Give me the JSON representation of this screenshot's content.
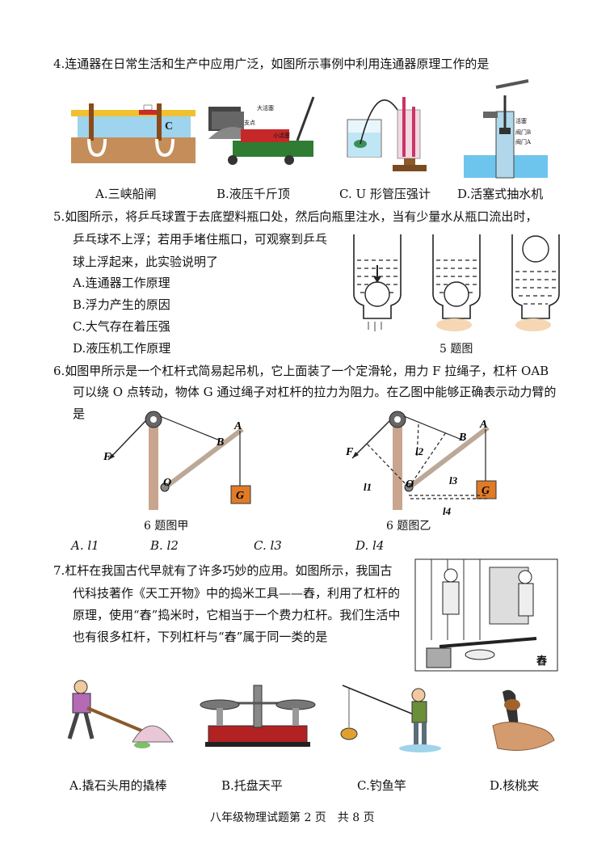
{
  "q4": {
    "stem": "4.连通器在日常生活和生产中应用广泛，如图所示事例中利用连通器原理工作的是",
    "options": [
      {
        "label": "A.三峡船闸"
      },
      {
        "label": "B.液压千斤顶"
      },
      {
        "label": "C. U 形管压强计"
      },
      {
        "label": "D.活塞式抽水机"
      }
    ],
    "fig_b_labels": {
      "large": "大活塞",
      "fulcrum": "支点",
      "small": "小活塞"
    },
    "fig_d_labels": {
      "piston": "活塞",
      "valveB": "阀门B",
      "valveA": "阀门A"
    },
    "fig_a_letter": "C"
  },
  "q5": {
    "stem1": "5.如图所示，将乒乓球置于去底塑料瓶口处，然后向瓶里注水，当有少量水从瓶口流出时，",
    "stem2": "乒乓球不上浮；若用手堵住瓶口，可观察到乒乓",
    "stem3": "球上浮起来，此实验说明了",
    "options": [
      "A.连通器工作原理",
      "B.浮力产生的原因",
      "C.大气存在着压强",
      "D.液压机工作原理"
    ],
    "caption": "5 题图"
  },
  "q6": {
    "stem1": "6.如图甲所示是一个杠杆式简易起吊机，它上面装了一个定滑轮，用力 F 拉绳子，杠杆 OAB",
    "stem2": "可以绕 O 点转动，物体 G 通过绳子对杠杆的拉力为阻力。在乙图中能够正确表示动力臂的",
    "stem3": "是",
    "fig_letters": {
      "F": "F",
      "O": "O",
      "A": "A",
      "B": "B",
      "G": "G",
      "l1": "l1",
      "l2": "l2",
      "l3": "l3",
      "l4": "l4"
    },
    "caption_a": "6 题图甲",
    "caption_b": "6 题图乙",
    "options": [
      "A. l1",
      "B. l2",
      "C. l3",
      "D. l4"
    ]
  },
  "q7": {
    "stem1": "7.杠杆在我国古代早就有了许多巧妙的应用。如图所示，我国古",
    "stem2": "代科技著作《天工开物》中的捣米工具——舂，利用了杠杆的",
    "stem3": "原理，使用“舂”捣米时，它相当于一个费力杠杆。我们生活中",
    "stem4": "也有很多杠杆，下列杠杆与“舂”属于同一类的是",
    "fig_label": "舂",
    "options": [
      {
        "label": "A.撬石头用的撬棒"
      },
      {
        "label": "B.托盘天平"
      },
      {
        "label": "C.钓鱼竿"
      },
      {
        "label": "D.核桃夹"
      }
    ]
  },
  "footer": "八年级物理试题第 2 页　共 8 页"
}
